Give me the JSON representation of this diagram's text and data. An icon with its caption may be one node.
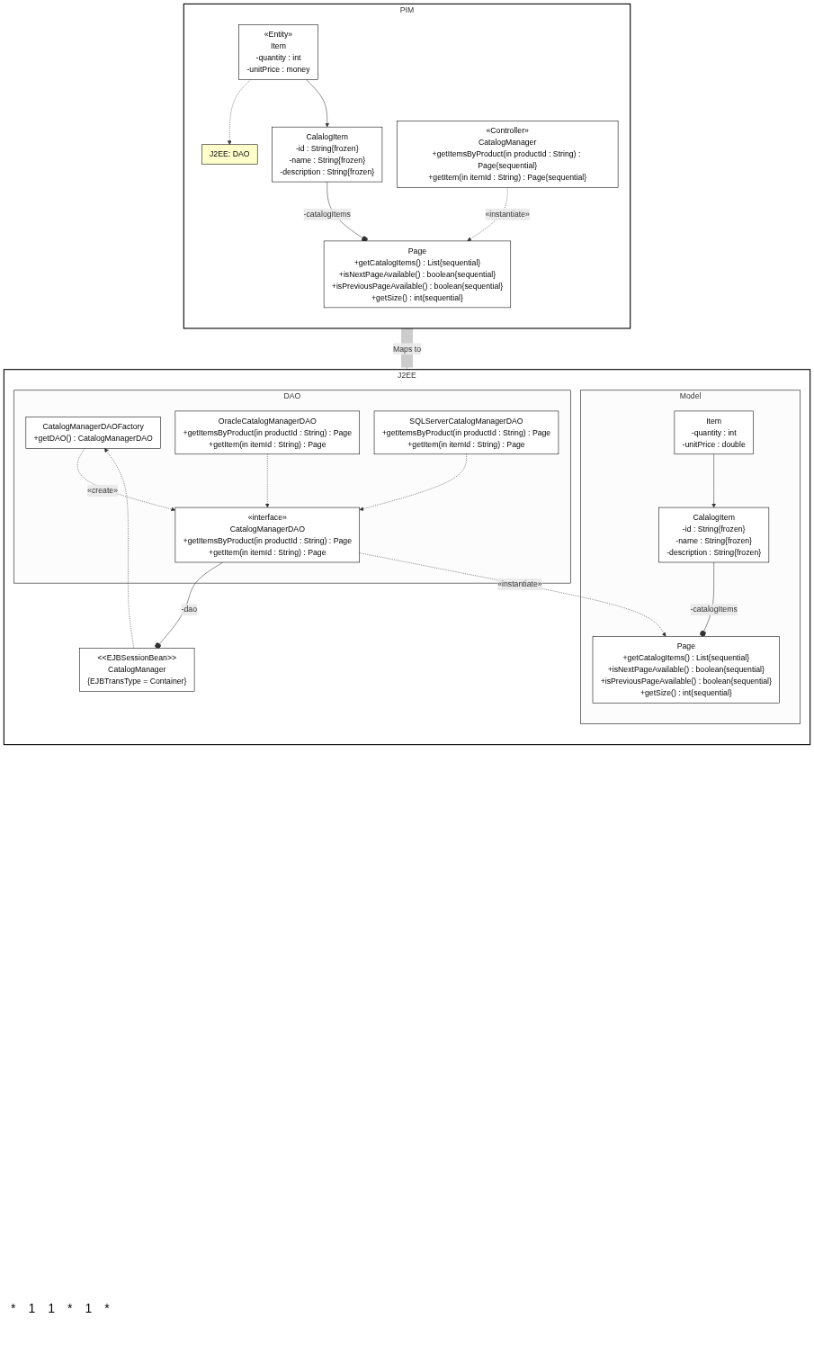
{
  "diagram": {
    "nodes": [
      {
        "text": [
          "PIM"
        ]
      },
      {
        "text": [
          "«Entity»",
          "Item",
          "-quantity : int",
          "-unitPrice : money"
        ],
        "in": 0
      },
      {
        "text": [
          "J2EE: DAO"
        ],
        "in": 0
      },
      {
        "text": [
          "CalalogItem",
          "-id : String{frozen}",
          "-name : String{frozen}",
          "-description : String{frozen}"
        ],
        "in": 0
      },
      {
        "text": [
          "Page",
          "+getCatalogItems() : List{sequential}",
          "+isNextPageAvailable() : boolean{sequential}",
          "+isPreviousPageAvailable() : boolean{sequential}",
          "+getSize() : int{sequential}"
        ],
        "in": 0
      },
      {
        "text": [
          "«Controller»",
          "CatalogManager",
          "+getItemsByProduct(in productId : String) : Page{sequential}",
          "+getItem(in itemId : String) : Page{sequential}"
        ],
        "in": 0
      },
      {
        "text": [
          "J2EE"
        ]
      },
      {
        "text": [
          "<<EJBSessionBean>>",
          "CatalogManager",
          "{EJBTransType = Container}"
        ],
        "in": 6
      },
      {
        "text": [
          "Model"
        ],
        "in": 6
      },
      {
        "text": [
          "CalalogItem",
          "-id : String{frozen}",
          "-name : String{frozen}",
          "-description : String{frozen}"
        ],
        "in": 8
      },
      {
        "text": [
          "Item",
          "-quantity : int",
          "-unitPrice : double"
        ],
        "in": 8
      },
      {
        "text": [
          "Page",
          "+getCatalogItems() : List{sequential}",
          "+isNextPageAvailable() : boolean{sequential}",
          "+isPreviousPageAvailable() : boolean{sequential}",
          "+getSize() : int{sequential}"
        ],
        "in": 8
      },
      {
        "text": [
          "DAO"
        ],
        "in": 6
      },
      {
        "text": [
          "CatalogManagerDAOFactory",
          "+getDAO() : CatalogManagerDAO"
        ],
        "in": 12
      },
      {
        "text": [
          "«interface»",
          "CatalogManagerDAO",
          "+getItemsByProduct(in productId : String) : Page",
          "+getItem(in itemId : String) : Page"
        ],
        "in": 12
      },
      {
        "text": [
          "OracleCatalogManagerDAO",
          "+getItemsByProduct(in productId : String) : Page",
          "+getItem(in itemId : String) : Page"
        ],
        "in": 12
      },
      {
        "text": [
          "SQLServerCatalogManagerDAO",
          "+getItemsByProduct(in productId : String) : Page",
          "+getItem(in itemId : String) : Page"
        ],
        "in": 12
      }
    ],
    "edges": [
      {
        "from": 1,
        "to": 2,
        "arrow": "to",
        "style": "dashed"
      },
      {
        "from": 1,
        "to": 3,
        "arrow": "to"
      },
      {
        "from": 3,
        "to": 4,
        "arrow": "other",
        "label": "-catalogItems"
      },
      {
        "from": 5,
        "to": 4,
        "arrow": "to",
        "style": "dashed",
        "label": "«instantiate»"
      },
      {
        "from": 0,
        "to": 6,
        "arrow": "to",
        "style": "thick",
        "color": "#cccccc",
        "label": "Maps to"
      },
      {
        "from": 10,
        "to": 9,
        "arrow": "to"
      },
      {
        "from": 9,
        "to": 11,
        "arrow": "other",
        "label": "-catalogItems"
      },
      {
        "from": 14,
        "to": 7,
        "arrow": "other",
        "label": "-dao"
      },
      {
        "from": 7,
        "to": 13,
        "arrow": "to",
        "style": "dashed"
      },
      {
        "from": 13,
        "to": 14,
        "arrow": "to",
        "style": "dashed",
        "label": "«create»"
      },
      {
        "from": 14,
        "to": 11,
        "arrow": "to",
        "style": "dashed",
        "label": "«instantiate»"
      },
      {
        "from": 15,
        "to": 14,
        "arrow": "to",
        "style": "dashed"
      },
      {
        "from": 16,
        "to": 14,
        "arrow": "to",
        "style": "dashed"
      }
    ],
    "labels": [
      "*",
      "1",
      "1",
      "*",
      "1",
      "*"
    ]
  }
}
